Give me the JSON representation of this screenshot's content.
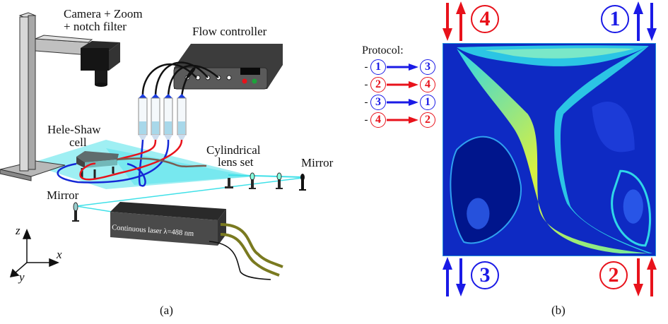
{
  "panel_a": {
    "labels": {
      "camera": "Camera + Zoom",
      "camera_line2": "+ notch filter",
      "flow_controller": "Flow controller",
      "hele_shaw": "Hele-Shaw",
      "hele_shaw_line2": "cell",
      "cylindrical": "Cylindrical",
      "cylindrical_line2": "lens set",
      "mirror_right": "Mirror",
      "mirror_left": "Mirror",
      "laser": "Continuous laser λ=488 nm"
    },
    "axes": {
      "z": "z",
      "x": "x",
      "y": "y"
    },
    "caption": "(a)",
    "colors": {
      "beam": "#3fe0e8",
      "tube_red": "#e8121b",
      "tube_blue": "#1428d6",
      "tube_brown": "#7a5c50",
      "device": "#3b3b3b"
    }
  },
  "panel_b": {
    "protocol_title": "Protocol:",
    "protocol_steps": [
      {
        "from": "1",
        "to": "3",
        "color": "#1a1ae6"
      },
      {
        "from": "2",
        "to": "4",
        "color": "#e8121b"
      },
      {
        "from": "3",
        "to": "1",
        "color": "#1a1ae6"
      },
      {
        "from": "4",
        "to": "2",
        "color": "#e8121b"
      }
    ],
    "ports": [
      {
        "id": "4",
        "position": "top-left",
        "color": "#e8121b"
      },
      {
        "id": "1",
        "position": "top-right",
        "color": "#1a1ae6"
      },
      {
        "id": "3",
        "position": "bottom-left",
        "color": "#1a1ae6"
      },
      {
        "id": "2",
        "position": "bottom-right",
        "color": "#e8121b"
      }
    ],
    "caption": "(b)",
    "colors": {
      "bg_dark": "#00158c",
      "mid": "#1a3cf0",
      "cyan": "#2fd6e8",
      "yellow": "#d8f040",
      "orange": "#ff9020"
    }
  }
}
